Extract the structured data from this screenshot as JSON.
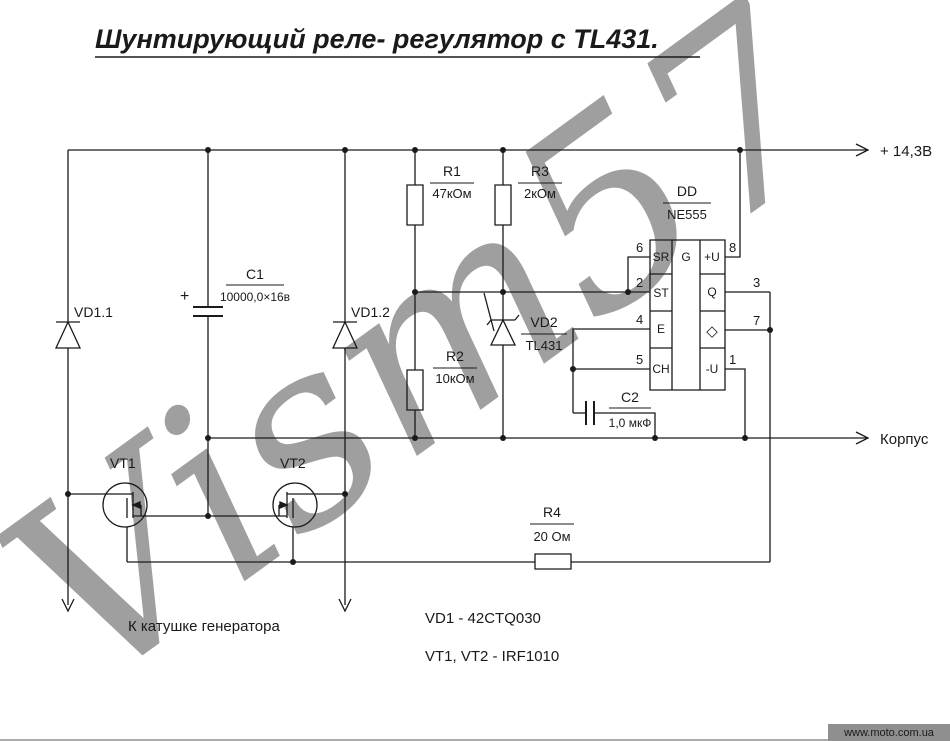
{
  "title": "Шунтирующий реле- регулятор с TL431.",
  "rails": {
    "positive": "+ 14,3В",
    "ground": "Корпус"
  },
  "components": {
    "c1": {
      "name": "C1",
      "value": "10000,0×16в",
      "plus": "+"
    },
    "r1": {
      "name": "R1",
      "value": "47кОм"
    },
    "r2": {
      "name": "R2",
      "value": "10кОм"
    },
    "r3": {
      "name": "R3",
      "value": "2кОм"
    },
    "r4": {
      "name": "R4",
      "value": "20 Ом"
    },
    "c2": {
      "name": "C2",
      "value": "1,0 мкФ"
    },
    "vd11": {
      "name": "VD1.1"
    },
    "vd12": {
      "name": "VD1.2"
    },
    "vd2": {
      "name": "VD2",
      "value": "TL431"
    },
    "dd": {
      "name": "DD",
      "value": "NE555"
    },
    "vt1": {
      "name": "VT1"
    },
    "vt2": {
      "name": "VT2"
    }
  },
  "ic": {
    "function_label": "G",
    "left_pins": [
      {
        "num": "6",
        "label": "SR"
      },
      {
        "num": "2",
        "label": "ST"
      },
      {
        "num": "4",
        "label": "E"
      },
      {
        "num": "5",
        "label": "CH"
      }
    ],
    "right_pins": [
      {
        "num": "8",
        "label": "+U"
      },
      {
        "num": "3",
        "label": "Q"
      },
      {
        "num": "7",
        "label": "◇"
      },
      {
        "num": "1",
        "label": "-U"
      }
    ]
  },
  "annotations": {
    "coil": "К катушке генератора",
    "note1": "VD1 - 42CTQ030",
    "note2": "VT1, VT2 - IRF1010"
  },
  "watermark": "Vism57",
  "badge": "www.moto.com.ua",
  "colors": {
    "wire": "#1a1a1a",
    "watermark": "#b5b5b5",
    "badge_bg": "#8f8f8f"
  }
}
